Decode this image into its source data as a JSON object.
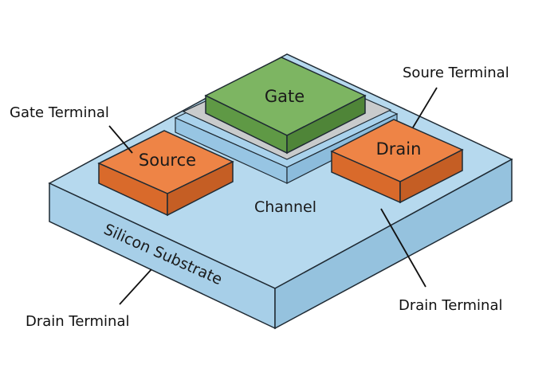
{
  "colors": {
    "substrate_top": "#b6d9ee",
    "substrate_left": "#a7cfe8",
    "substrate_right": "#95c2de",
    "channel_top": "#a9d2ec",
    "gate_top": "#7db562",
    "gate_front": "#5f9945",
    "gate_side": "#4f8538",
    "oxide": "#c9cbcc",
    "orange_top": "#ee8446",
    "orange_front": "#d96a2b",
    "orange_side": "#c55e24",
    "outline": "#1f2a33"
  },
  "blocks": {
    "gate": "Gate",
    "source": "Source",
    "drain": "Drain",
    "channel": "Channel",
    "substrate": "Silicon Substrate"
  },
  "callouts": {
    "gate_terminal": "Gate Terminal",
    "source_terminal": "Soure Terminal",
    "drain_terminal_left": "Drain Terminal",
    "drain_terminal_right": "Drain Terminal"
  }
}
